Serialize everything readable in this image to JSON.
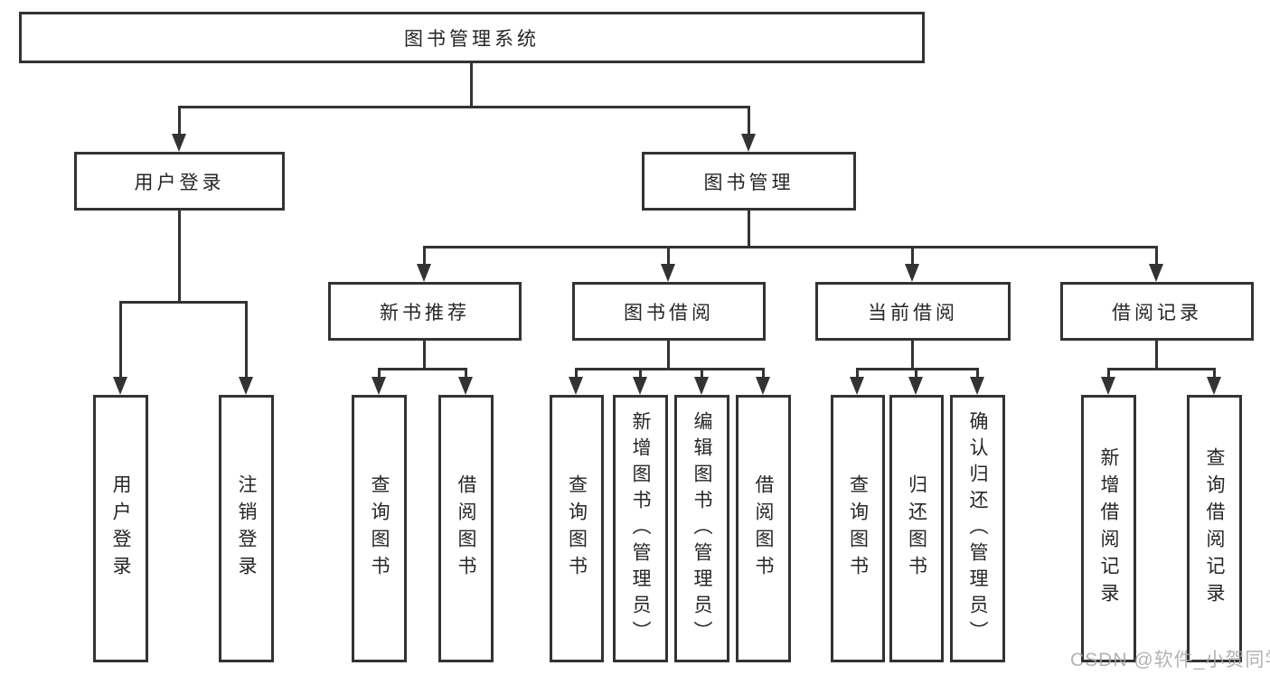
{
  "diagram": {
    "root": "图书管理系统",
    "level2": [
      "用户登录",
      "图书管理"
    ],
    "level3": [
      "新书推荐",
      "图书借阅",
      "当前借阅",
      "借阅记录"
    ],
    "leaves": [
      "用户登录",
      "注销登录",
      "查询图书",
      "借阅图书",
      "查询图书",
      "新增图书（管理员）",
      "编辑图书（管理员）",
      "借阅图书",
      "查询图书",
      "归还图书",
      "确认归还（管理员）",
      "新增借阅记录",
      "查询借阅记录"
    ],
    "watermark": "CSDN @软件_小贺同学",
    "colors": {
      "line": "#333333",
      "border": "#333333",
      "text": "#262626",
      "watermark": "#a6a6a6",
      "background": "#ffffff"
    }
  }
}
